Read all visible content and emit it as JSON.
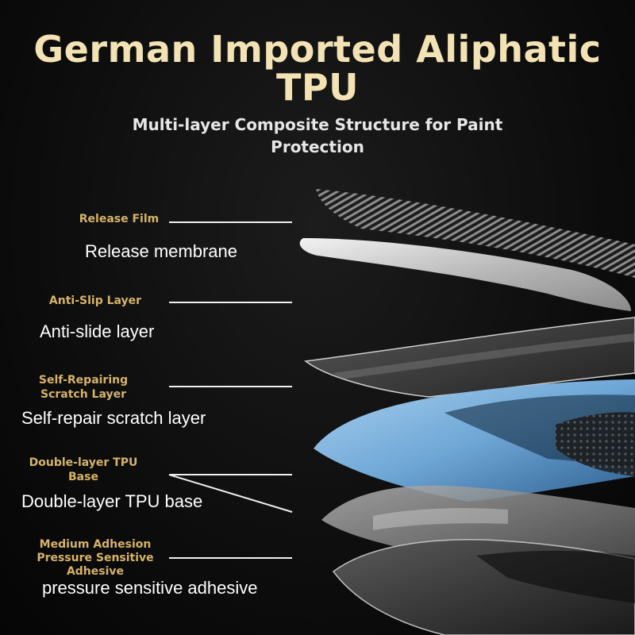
{
  "title": {
    "line1": "German Imported Aliphatic",
    "line2": "TPU"
  },
  "subtitle": "Multi-layer Composite Structure for Paint Protection",
  "layers": [
    {
      "name": "Release Film",
      "description": "Release membrane"
    },
    {
      "name": "Anti-Slip Layer",
      "description": "Anti-slide layer"
    },
    {
      "name": "Self-Repairing Scratch Layer",
      "description": "Self-repair scratch layer"
    },
    {
      "name": "Double-layer TPU Base",
      "description": "Double-layer TPU base"
    },
    {
      "name": "Medium Adhesion Pressure Sensitive Adhesive",
      "description": "pressure sensitive adhesive"
    }
  ],
  "colors": {
    "title": "#f3e2b3",
    "label": "#d6b36a",
    "text": "#ffffff",
    "background": "#0d0d0d",
    "tpu_layer": "#7fb1dc"
  }
}
